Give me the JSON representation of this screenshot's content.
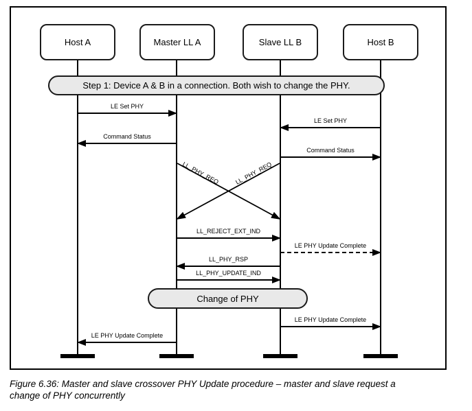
{
  "figure": {
    "actors": [
      {
        "label": "Host A"
      },
      {
        "label": "Master LL A"
      },
      {
        "label": "Slave LL B"
      },
      {
        "label": "Host B"
      }
    ],
    "step_banner": "Step 1: Device A & B in a connection. Both wish to change the PHY.",
    "change_banner": "Change of PHY",
    "messages": [
      {
        "label": "LE Set PHY",
        "from": "Host A",
        "to": "Master LL A",
        "line": "solid"
      },
      {
        "label": "LE Set PHY",
        "from": "Host B",
        "to": "Slave LL B",
        "line": "solid"
      },
      {
        "label": "Command Status",
        "from": "Master LL A",
        "to": "Host A",
        "line": "solid"
      },
      {
        "label": "Command Status",
        "from": "Slave LL B",
        "to": "Host B",
        "line": "solid"
      },
      {
        "label": "LL_PHY_REQ",
        "from": "Master LL A",
        "to": "Slave LL B",
        "line": "solid-diagonal"
      },
      {
        "label": "LL_PHY_REQ",
        "from": "Slave LL B",
        "to": "Master LL A",
        "line": "solid-diagonal"
      },
      {
        "label": "LL_REJECT_EXT_IND",
        "from": "Master LL A",
        "to": "Slave LL B",
        "line": "solid"
      },
      {
        "label": "LE PHY Update Complete",
        "from": "Slave LL B",
        "to": "Host B",
        "line": "dashed"
      },
      {
        "label": "LL_PHY_RSP",
        "from": "Slave LL B",
        "to": "Master LL A",
        "line": "solid"
      },
      {
        "label": "LL_PHY_UPDATE_IND",
        "from": "Master LL A",
        "to": "Slave LL B",
        "line": "solid"
      },
      {
        "label": "LE PHY Update Complete",
        "from": "Slave LL B",
        "to": "Host B",
        "line": "solid"
      },
      {
        "label": "LE PHY Update Complete",
        "from": "Master LL A",
        "to": "Host A",
        "line": "solid"
      }
    ],
    "caption": {
      "line1": "Figure 6.36:  Master and slave crossover PHY Update procedure – master and slave request a",
      "line2": "change of PHY concurrently"
    },
    "colors": {
      "line": "#000000",
      "banner_fill": "#e9e9e9",
      "box_fill": "#ffffff"
    }
  }
}
